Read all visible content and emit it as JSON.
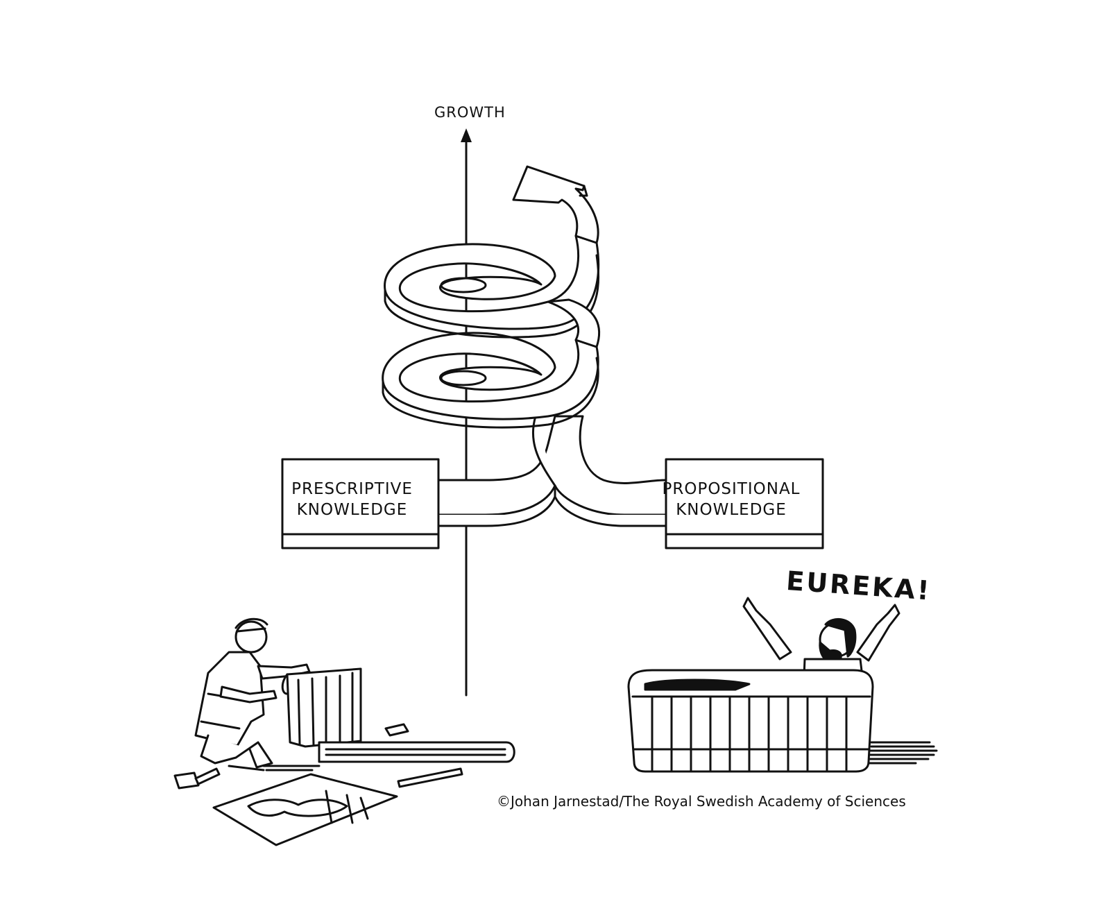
{
  "axis": {
    "label": "GROWTH"
  },
  "boxes": {
    "left": {
      "line1": "PRESCRIPTIVE",
      "line2": "KNOWLEDGE"
    },
    "right": {
      "line1": "PROPOSITIONAL",
      "line2": "KNOWLEDGE"
    }
  },
  "exclamation": "EUREKA!",
  "credit": "©Johan Jarnestad/The Royal Swedish Academy of Sciences",
  "colors": {
    "ink": "#111111",
    "paper": "#ffffff"
  },
  "figures": {
    "left": "craftsman-building-tub",
    "right": "archimedes-in-bathtub"
  }
}
